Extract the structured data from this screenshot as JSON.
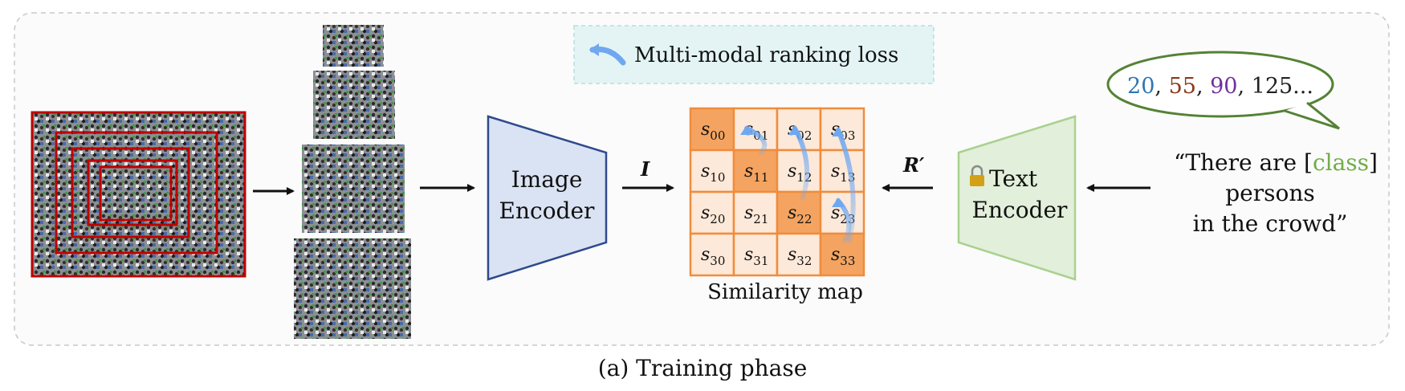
{
  "legend": {
    "text": "Multi-modal ranking loss"
  },
  "image_encoder": {
    "line1": "Image",
    "line2": "Encoder"
  },
  "text_encoder": {
    "line1": "Text",
    "line2": "Encoder"
  },
  "arrow_labels": {
    "image_feature": "I",
    "text_feature": "R′"
  },
  "similarity_map": {
    "caption": "Similarity map",
    "cells": [
      {
        "sub": "00",
        "highlight": true
      },
      {
        "sub": "01",
        "highlight": false
      },
      {
        "sub": "02",
        "highlight": false
      },
      {
        "sub": "03",
        "highlight": false
      },
      {
        "sub": "10",
        "highlight": false
      },
      {
        "sub": "11",
        "highlight": true
      },
      {
        "sub": "12",
        "highlight": false
      },
      {
        "sub": "13",
        "highlight": false
      },
      {
        "sub": "20",
        "highlight": false
      },
      {
        "sub": "21",
        "highlight": false
      },
      {
        "sub": "22",
        "highlight": true
      },
      {
        "sub": "23",
        "highlight": false
      },
      {
        "sub": "30",
        "highlight": false
      },
      {
        "sub": "31",
        "highlight": false
      },
      {
        "sub": "32",
        "highlight": false
      },
      {
        "sub": "33",
        "highlight": true
      }
    ]
  },
  "speech_bubble": {
    "numbers": [
      {
        "text": "20",
        "color": "#2e75b6"
      },
      {
        "text": "55",
        "color": "#8b3a1a"
      },
      {
        "text": "90",
        "color": "#7030a0"
      },
      {
        "text": "125...",
        "color": "#222222"
      }
    ]
  },
  "prompt": {
    "line1_pre": "“There are [",
    "class_word": "class",
    "line1_post": "]",
    "line2": "persons",
    "line3": "in the crowd”"
  },
  "caption": "(a) Training phase",
  "colors": {
    "image_encoder_fill": "#dae3f3",
    "image_encoder_stroke": "#2f4a8c",
    "text_encoder_fill": "#e2efda",
    "text_encoder_stroke": "#a9d18e",
    "cell_highlight": "#f4a460",
    "cell_light": "#fde9d9",
    "cell_stroke": "#f08c3c",
    "class_word": "#70ad47",
    "bubble_stroke": "#548235",
    "crowd_frame": "#c00000"
  }
}
